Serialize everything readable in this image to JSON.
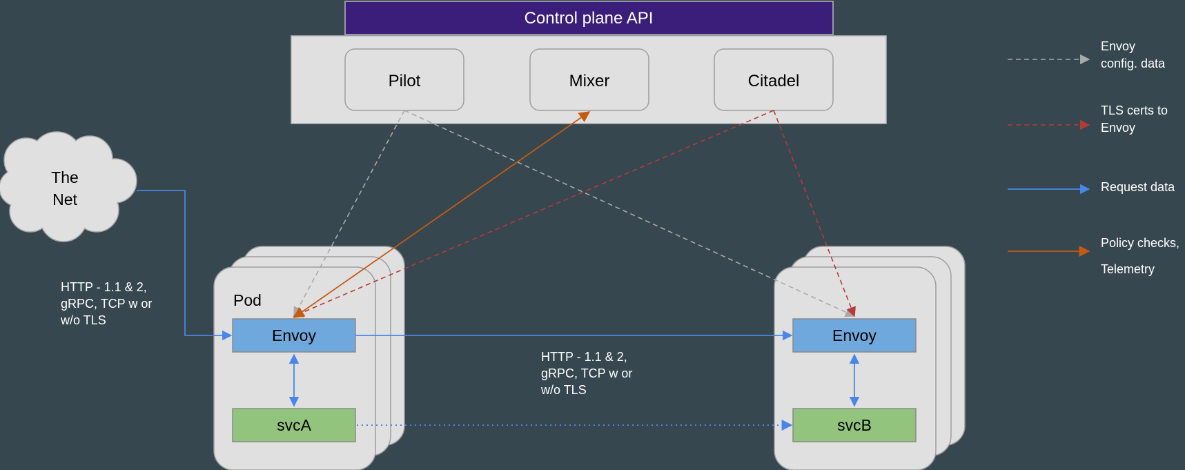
{
  "control_plane": {
    "title": "Control plane API",
    "components": [
      "Pilot",
      "Mixer",
      "Citadel"
    ]
  },
  "cloud": {
    "line1": "The",
    "line2": "Net"
  },
  "ingress_label": [
    "HTTP - 1.1 & 2,",
    "gRPC, TCP  w or",
    "w/o TLS"
  ],
  "mesh_label": [
    "HTTP - 1.1 & 2,",
    "gRPC, TCP  w or",
    "w/o TLS"
  ],
  "pod_a": {
    "title": "Pod",
    "proxy": "Envoy",
    "service": "svcA"
  },
  "pod_b": {
    "proxy": "Envoy",
    "service": "svcB"
  },
  "legend": {
    "config": [
      "Envoy",
      "config. data"
    ],
    "tls": [
      "TLS certs to",
      "Envoy"
    ],
    "request": [
      "Request data"
    ],
    "policy": [
      "Policy checks,",
      "Telemetry"
    ]
  },
  "colors": {
    "background": "#37474f",
    "control_api": "#3a1e7a",
    "panel": "#e0e0e0",
    "envoy": "#6fa8dc",
    "service": "#93c47d",
    "config_line": "#a9a9a9",
    "tls_line": "#b63a3a",
    "request_line": "#4a86e8",
    "policy_line": "#c55a11"
  }
}
